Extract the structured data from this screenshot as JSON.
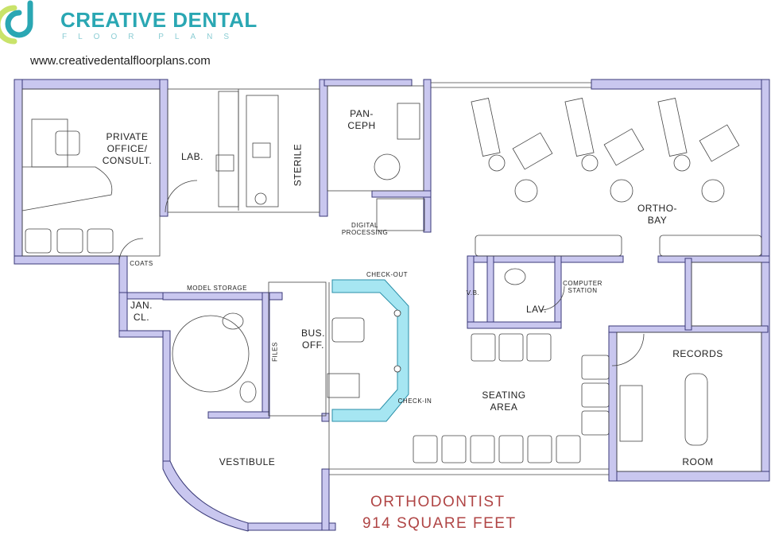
{
  "header": {
    "brand_title": "CREATIVE DENTAL",
    "brand_subtitle": "FLOOR PLANS",
    "website": "www.creativedentalfloorplans.com"
  },
  "colors": {
    "brand": "#2aa7b3",
    "brand_light": "#8bcdd4",
    "wall": "#c9c7ef",
    "wall_stroke": "#3a3a78",
    "counter_highlight": "#a6e6f2",
    "title": "#b04545"
  },
  "rooms": {
    "private_office": "PRIVATE\nOFFICE/\nCONSULT.",
    "lab": "LAB.",
    "sterile": "STERILE",
    "pan_ceph": "PAN-\nCEPH",
    "digital_processing": "DIGITAL\nPROCESSING",
    "ortho_bay": "ORTHO-\nBAY",
    "coats": "COATS",
    "model_storage": "MODEL STORAGE",
    "jan_cl": "JAN.\nCL.",
    "check_out": "CHECK-OUT",
    "bus_off": "BUS.\nOFF.",
    "files": "FILES",
    "check_in": "CHECK-IN",
    "vb": "V.B.",
    "lav": "LAV.",
    "computer_station": "COMPUTER\nSTATION",
    "records": "RECORDS",
    "room": "ROOM",
    "seating_area": "SEATING\nAREA",
    "vestibule": "VESTIBULE"
  },
  "plan_title": {
    "line1": "ORTHODONTIST",
    "line2": "914 SQUARE FEET"
  }
}
